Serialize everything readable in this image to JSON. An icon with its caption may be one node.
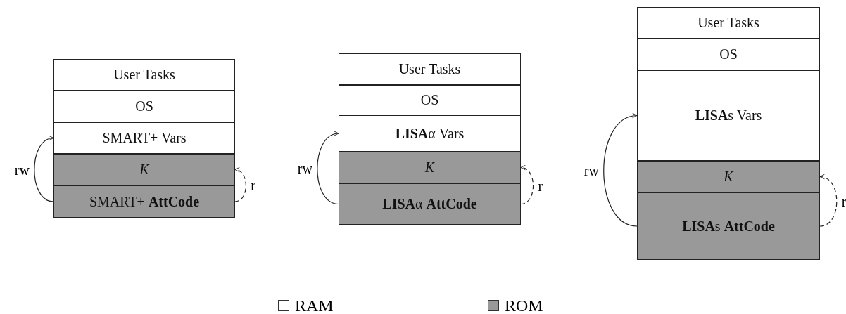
{
  "diagram": {
    "nodes": [
      {
        "text": [
          "User Tasks"
        ]
      },
      {
        "text": [
          "OS"
        ]
      },
      {
        "text": [
          "SMART+ Vars"
        ]
      },
      {
        "text": [
          "K"
        ]
      },
      {
        "text": [
          "SMART+ **AttCode**"
        ]
      },
      {
        "text": [
          "User Tasks"
        ]
      },
      {
        "text": [
          "OS"
        ]
      },
      {
        "text": [
          "**LISA**α Vars"
        ]
      },
      {
        "text": [
          "K"
        ]
      },
      {
        "text": [
          "**LISA**α **AttCode**"
        ]
      },
      {
        "text": [
          "User Tasks"
        ]
      },
      {
        "text": [
          "OS"
        ]
      },
      {
        "text": [
          "**LISA**s Vars"
        ]
      },
      {
        "text": [
          "K"
        ]
      },
      {
        "text": [
          "**LISA**s **AttCode**"
        ]
      }
    ],
    "edges": [
      {
        "from": 4,
        "to": 2,
        "arrow": "to",
        "label": "rw"
      },
      {
        "from": 4,
        "to": 3,
        "arrow": "to",
        "label": "r",
        "style": "dashed"
      },
      {
        "from": 9,
        "to": 7,
        "arrow": "to",
        "label": "rw"
      },
      {
        "from": 9,
        "to": 8,
        "arrow": "to",
        "label": "r",
        "style": "dashed"
      },
      {
        "from": 14,
        "to": 12,
        "arrow": "to",
        "label": "rw"
      },
      {
        "from": 14,
        "to": 13,
        "arrow": "to",
        "label": "r",
        "style": "dashed"
      }
    ],
    "legend": [
      {
        "text": "RAM",
        "color": "#ffffff"
      },
      {
        "text": "ROM",
        "color": "#999999"
      }
    ]
  }
}
